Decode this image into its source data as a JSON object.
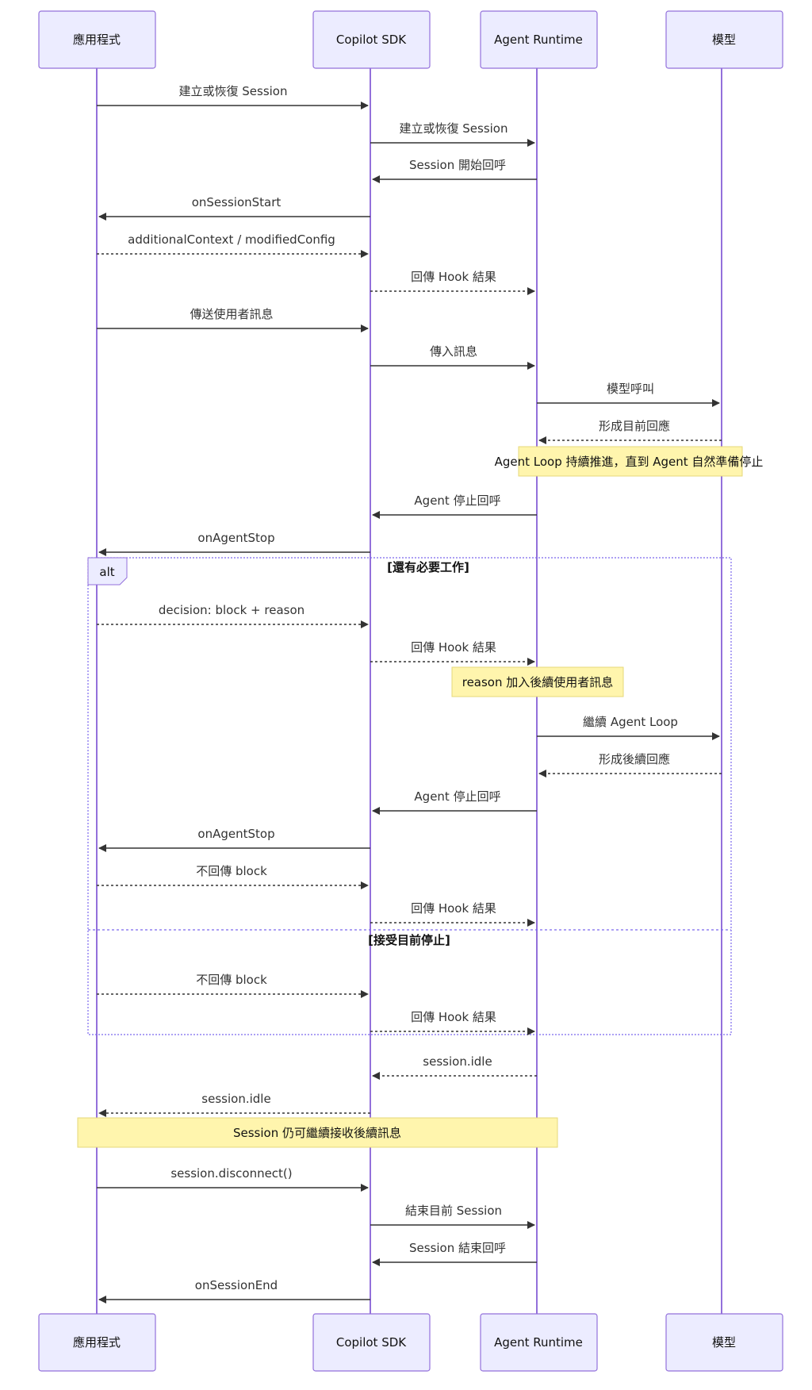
{
  "actors": [
    {
      "id": "app",
      "label": "應用程式"
    },
    {
      "id": "sdk",
      "label": "Copilot SDK"
    },
    {
      "id": "runtime",
      "label": "Agent Runtime"
    },
    {
      "id": "model",
      "label": "模型"
    }
  ],
  "messages": [
    {
      "from": "app",
      "to": "sdk",
      "text": "建立或恢復 Session",
      "style": "solid"
    },
    {
      "from": "sdk",
      "to": "runtime",
      "text": "建立或恢復 Session",
      "style": "solid"
    },
    {
      "from": "runtime",
      "to": "sdk",
      "text": "Session 開始回呼",
      "style": "solid"
    },
    {
      "from": "sdk",
      "to": "app",
      "text": "onSessionStart",
      "style": "solid"
    },
    {
      "from": "app",
      "to": "sdk",
      "text": "additionalContext / modifiedConfig",
      "style": "dotted"
    },
    {
      "from": "sdk",
      "to": "runtime",
      "text": "回傳 Hook 結果",
      "style": "dotted"
    },
    {
      "from": "app",
      "to": "sdk",
      "text": "傳送使用者訊息",
      "style": "solid"
    },
    {
      "from": "sdk",
      "to": "runtime",
      "text": "傳入訊息",
      "style": "solid"
    },
    {
      "from": "runtime",
      "to": "model",
      "text": "模型呼叫",
      "style": "solid"
    },
    {
      "from": "model",
      "to": "runtime",
      "text": "形成目前回應",
      "style": "dotted"
    },
    {
      "from": "runtime",
      "to": "sdk",
      "text": "Agent 停止回呼",
      "style": "solid"
    },
    {
      "from": "sdk",
      "to": "app",
      "text": "onAgentStop",
      "style": "solid"
    },
    {
      "from": "app",
      "to": "sdk",
      "text": "decision: block + reason",
      "style": "dotted"
    },
    {
      "from": "sdk",
      "to": "runtime",
      "text": "回傳 Hook 結果",
      "style": "dotted"
    },
    {
      "from": "runtime",
      "to": "model",
      "text": "繼續 Agent Loop",
      "style": "solid"
    },
    {
      "from": "model",
      "to": "runtime",
      "text": "形成後續回應",
      "style": "dotted"
    },
    {
      "from": "runtime",
      "to": "sdk",
      "text": "Agent 停止回呼",
      "style": "solid"
    },
    {
      "from": "sdk",
      "to": "app",
      "text": "onAgentStop",
      "style": "solid"
    },
    {
      "from": "app",
      "to": "sdk",
      "text": "不回傳 block",
      "style": "dotted"
    },
    {
      "from": "sdk",
      "to": "runtime",
      "text": "回傳 Hook 結果",
      "style": "dotted"
    },
    {
      "from": "app",
      "to": "sdk",
      "text": "不回傳 block",
      "style": "dotted"
    },
    {
      "from": "sdk",
      "to": "runtime",
      "text": "回傳 Hook 結果",
      "style": "dotted"
    },
    {
      "from": "runtime",
      "to": "sdk",
      "text": "session.idle",
      "style": "dotted"
    },
    {
      "from": "sdk",
      "to": "app",
      "text": "session.idle",
      "style": "dotted"
    },
    {
      "from": "app",
      "to": "sdk",
      "text": "session.disconnect()",
      "style": "solid"
    },
    {
      "from": "sdk",
      "to": "runtime",
      "text": "結束目前 Session",
      "style": "solid"
    },
    {
      "from": "runtime",
      "to": "sdk",
      "text": "Session 結束回呼",
      "style": "solid"
    },
    {
      "from": "sdk",
      "to": "app",
      "text": "onSessionEnd",
      "style": "solid"
    }
  ],
  "notes": [
    {
      "text": "Agent Loop 持續推進，直到 Agent 自然準備停止",
      "over": [
        "runtime",
        "model"
      ]
    },
    {
      "text": "reason 加入後續使用者訊息",
      "over": [
        "runtime"
      ]
    },
    {
      "text": "Session 仍可繼續接收後續訊息",
      "over": [
        "app",
        "runtime"
      ]
    }
  ],
  "alt": {
    "label": "alt",
    "conditions": [
      "[還有必要工作]",
      "[接受目前停止]"
    ]
  }
}
